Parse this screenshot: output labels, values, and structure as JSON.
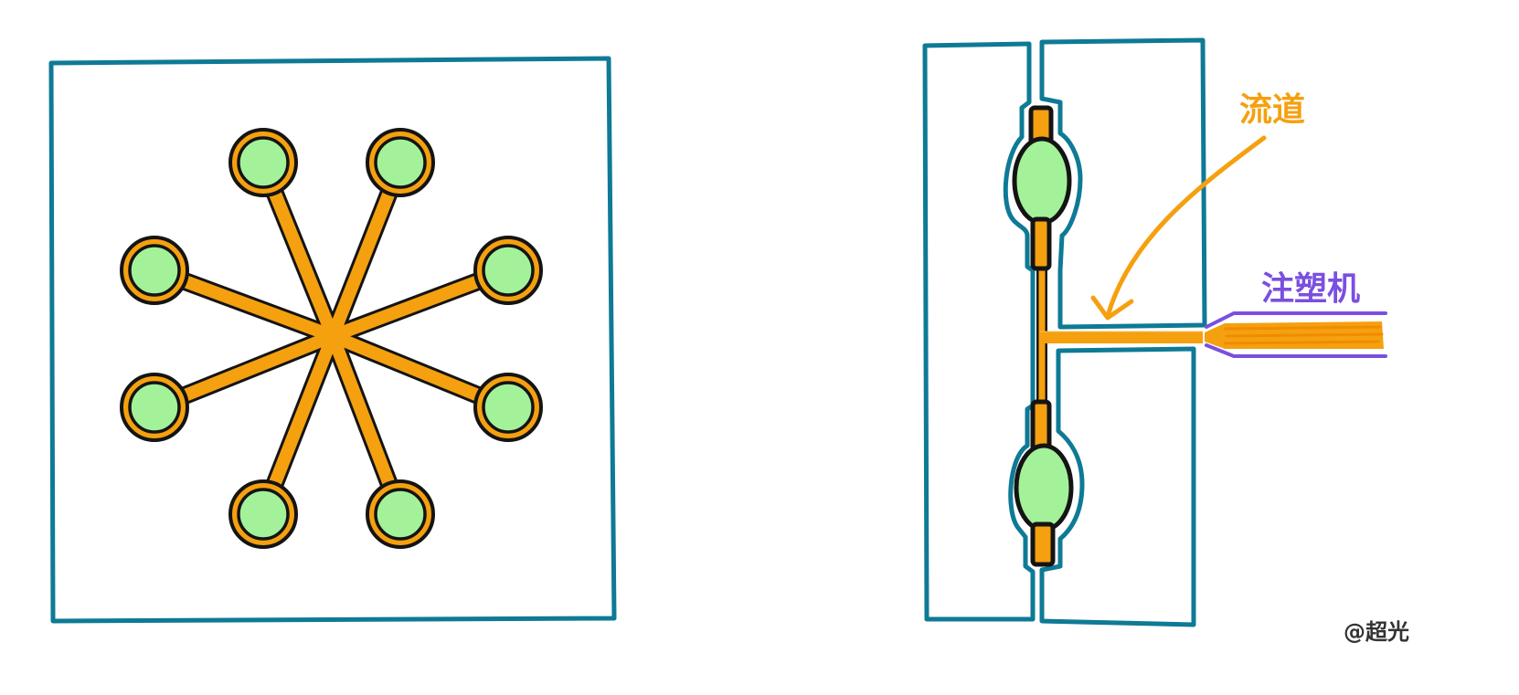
{
  "labels": {
    "runner": "流道",
    "machine": "注塑机",
    "credit": "@超光"
  },
  "colors": {
    "mold_outline": "#0E7A96",
    "runner": "#F5A00F",
    "part": "#A3F29A",
    "outline_dark": "#141414",
    "machine": "#7A4FE0"
  },
  "icons": {
    "cavity": "circle-cavity-icon",
    "part": "ellipse-part-icon"
  },
  "left_view": {
    "cavity_count": 8
  },
  "right_view": {
    "part_count": 2
  }
}
